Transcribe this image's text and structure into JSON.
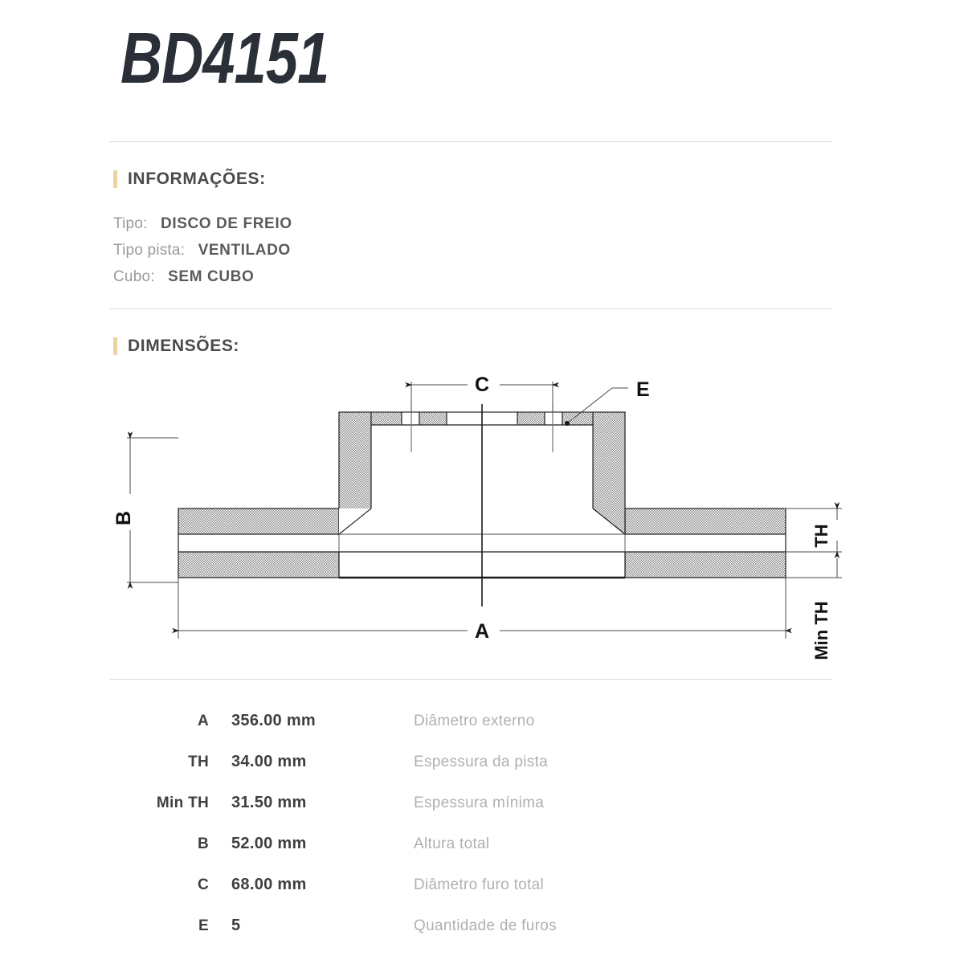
{
  "header": {
    "product_code": "BD4151"
  },
  "info_section": {
    "heading": "INFORMAÇÕES:",
    "rows": [
      {
        "label": "Tipo:",
        "value": "DISCO DE FREIO"
      },
      {
        "label": "Tipo pista:",
        "value": "VENTILADO"
      },
      {
        "label": "Cubo:",
        "value": "SEM CUBO"
      }
    ]
  },
  "dimensions_section": {
    "heading": "DIMENSÕES:",
    "diagram": {
      "labels": {
        "a": "A",
        "b": "B",
        "c": "C",
        "e": "E",
        "th": "TH",
        "min_th": "Min TH"
      }
    },
    "table": [
      {
        "key": "A",
        "value": "356.00 mm",
        "description": "Diâmetro externo"
      },
      {
        "key": "TH",
        "value": "34.00 mm",
        "description": "Espessura da pista"
      },
      {
        "key": "Min TH",
        "value": "31.50 mm",
        "description": "Espessura mínima"
      },
      {
        "key": "B",
        "value": "52.00 mm",
        "description": "Altura total"
      },
      {
        "key": "C",
        "value": "68.00 mm",
        "description": "Diâmetro furo total"
      },
      {
        "key": "E",
        "value": "5",
        "description": "Quantidade de furos"
      }
    ]
  },
  "colors": {
    "accent": "#e9d4a2",
    "title": "#2b3038",
    "divider": "#d8d8d8",
    "label_muted": "#9a9a9a",
    "value_dark": "#3f3f3f"
  }
}
